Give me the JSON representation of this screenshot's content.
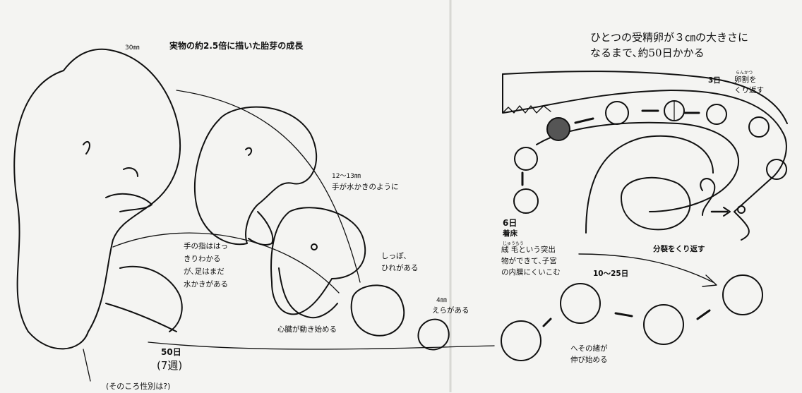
{
  "left": {
    "size_30mm": "30㎜",
    "title": "実物の約2.5倍に描いた胎芽の成長",
    "size_12_13mm": "12～13㎜",
    "hands_like_paddles": "手が水かきのように",
    "fingers_note": [
      "手の指ははっ",
      "きりわかる",
      "が､足はまだ",
      "水かきがある"
    ],
    "tail_fins": [
      "しっぽ､",
      "ひれがある"
    ],
    "size_4mm": "4㎜",
    "gills": "えらがある",
    "heart_starts": "心臓が動き始める",
    "day50": "50日",
    "week7": "(7週)",
    "gender_question": "(そのころ性別は?)"
  },
  "right": {
    "headline": [
      "ひとつの受精卵が３㎝の大きさに",
      "なるまで､約50日かかる"
    ],
    "day3": "3日",
    "cleavage_ruby": "らんかつ",
    "cleavage": [
      "卵割を",
      "くり返す"
    ],
    "day6": "6日",
    "implantation": "着床",
    "villi_ruby": "じゅうもう",
    "villi_note": [
      "絨 毛という突出",
      "物ができて､子宮",
      "の内膜にくいこむ"
    ],
    "repeat_division": "分裂をくり返す",
    "days_10_25": "10～25日",
    "umbilical": [
      "へその緒が",
      "伸び始める"
    ]
  },
  "colors": {
    "ink": "#111111",
    "paper": "#f4f4f2"
  },
  "icons": [
    "fertilized-egg-icon",
    "arrow-icon",
    "uterus-diagram",
    "embryo-sac-icon",
    "embryo-figure"
  ]
}
